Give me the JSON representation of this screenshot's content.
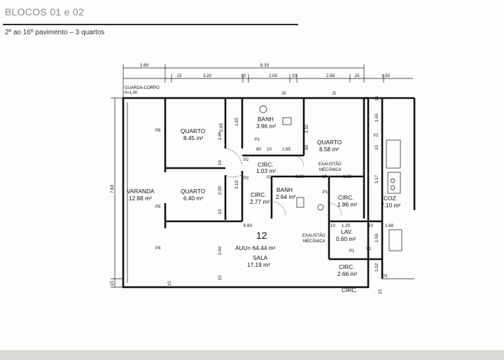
{
  "header": {
    "title": "BLOCOS 01 e 02",
    "subtitle": "2º ao 16º pavimento – 3 quartos"
  },
  "plan": {
    "dims_top": {
      "total": "8.33",
      "left": "1.69",
      "seg1": ".15",
      "seg2": "3.20",
      "seg3": "10",
      "seg4": "2.05",
      "seg5": "10",
      "seg6": "2.58",
      "seg7": ".15",
      "seg8": "1.50"
    },
    "dims_side": {
      "height": "7.60",
      "bottom": "15",
      "guard_rail": "GUARDA-CORPO",
      "guard_h": "h=1.00"
    },
    "rooms": [
      {
        "name": "QUARTO",
        "area": "8.45 m²"
      },
      {
        "name": "BANH",
        "area": "3.96 m²"
      },
      {
        "name": "QUARTO",
        "area": "8.58 m²"
      },
      {
        "name": "QUARTO",
        "area": "6.40 m²"
      },
      {
        "name": "VARANDA",
        "area": "12.88 m²"
      },
      {
        "name": "CIRC.",
        "area": "1.03 m²"
      },
      {
        "name": "CIRC.",
        "area": "2.77 m²"
      },
      {
        "name": "BANH",
        "area": "2.64 m²"
      },
      {
        "name": "CIRC.",
        "area": "1.86 m²"
      },
      {
        "name": "COZ.",
        "area": "7.10 m²"
      },
      {
        "name": "SALA",
        "area": "17.19 m²"
      },
      {
        "name": "LAV.",
        "area": "0.60 m²"
      },
      {
        "name": "CIRC.",
        "area": "2.66 m²"
      },
      {
        "name": "CIRC.",
        "area": ""
      }
    ],
    "unit_number": "12",
    "auu": "AUU= 64.44 m²",
    "exhaust1": [
      "EXAUSTÃO",
      "MECÂNICA"
    ],
    "exhaust2": [
      "EXAUSTÃO",
      "MECÂNICA"
    ],
    "tags": {
      "p6": "P6",
      "p5": "P5",
      "p4": "P4",
      "p1a": "P1",
      "p2a": "P2",
      "p2b": "P2",
      "p2c": "P2",
      "p1b": "P1",
      "p1c": "P1",
      "p3": "P3",
      "j3": "J3",
      "j1": "J1",
      "v2": "V2",
      "v1": "V1"
    },
    "inner_dims": {
      "d265": "2.65",
      "d286": "2.86",
      "d10a": "10",
      "d200": "2.00",
      "d10b": "10",
      "d260": "2.60",
      "d15a": "15",
      "d165": "1.65",
      "d90a": "90",
      "d10c": "10",
      "d165b": "1.65",
      "d232": "2.32",
      "d310": "3.10",
      "d230": "2.30",
      "d10d": "10",
      "d133": "1.33",
      "d90b": "90",
      "d10e": "10",
      "d120": "1.20",
      "d660": "6.60",
      "d15b": "15",
      "d165c": "1.65",
      "d15c": "15",
      "d317": "3.17",
      "d10f": "10",
      "d168": "1.68",
      "d150": "1.50",
      "d102": "1.02",
      "d15d": "15",
      "d15e": "15"
    }
  }
}
